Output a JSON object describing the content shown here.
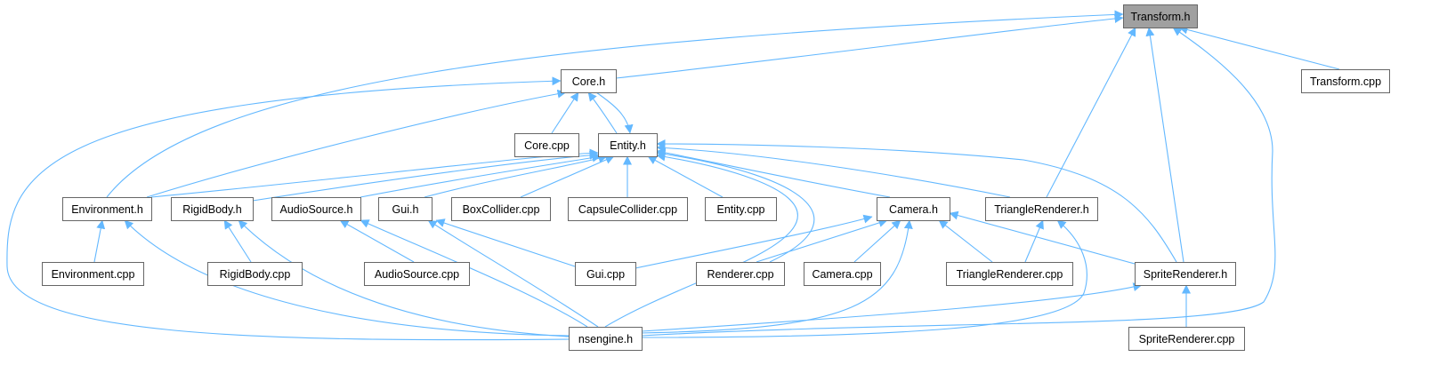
{
  "diagram": {
    "type": "include-dependency-graph",
    "colors": {
      "edge": "#63b8ff",
      "node_border": "#666666",
      "root_fill": "#a0a0a0",
      "node_fill": "#ffffff",
      "text": "#000000"
    },
    "nodes": [
      {
        "id": "transform_h",
        "label": "Transform.h",
        "root": true
      },
      {
        "id": "core_h",
        "label": "Core.h"
      },
      {
        "id": "transform_cpp",
        "label": "Transform.cpp"
      },
      {
        "id": "core_cpp",
        "label": "Core.cpp"
      },
      {
        "id": "entity_h",
        "label": "Entity.h"
      },
      {
        "id": "environment_h",
        "label": "Environment.h"
      },
      {
        "id": "rigidbody_h",
        "label": "RigidBody.h"
      },
      {
        "id": "audiosource_h",
        "label": "AudioSource.h"
      },
      {
        "id": "gui_h",
        "label": "Gui.h"
      },
      {
        "id": "boxcollider_cpp",
        "label": "BoxCollider.cpp"
      },
      {
        "id": "capsulecollider_cpp",
        "label": "CapsuleCollider.cpp"
      },
      {
        "id": "entity_cpp",
        "label": "Entity.cpp"
      },
      {
        "id": "camera_h",
        "label": "Camera.h"
      },
      {
        "id": "trianglerenderer_h",
        "label": "TriangleRenderer.h"
      },
      {
        "id": "environment_cpp",
        "label": "Environment.cpp"
      },
      {
        "id": "rigidbody_cpp",
        "label": "RigidBody.cpp"
      },
      {
        "id": "audiosource_cpp",
        "label": "AudioSource.cpp"
      },
      {
        "id": "gui_cpp",
        "label": "Gui.cpp"
      },
      {
        "id": "renderer_cpp",
        "label": "Renderer.cpp"
      },
      {
        "id": "camera_cpp",
        "label": "Camera.cpp"
      },
      {
        "id": "trianglerenderer_cpp",
        "label": "TriangleRenderer.cpp"
      },
      {
        "id": "spriterenderer_h",
        "label": "SpriteRenderer.h"
      },
      {
        "id": "nsengine_h",
        "label": "nsengine.h"
      },
      {
        "id": "spriterenderer_cpp",
        "label": "SpriteRenderer.cpp"
      }
    ],
    "edges": [
      {
        "from": "core_h",
        "to": "transform_h"
      },
      {
        "from": "environment_h",
        "to": "transform_h"
      },
      {
        "from": "transform_cpp",
        "to": "transform_h"
      },
      {
        "from": "trianglerenderer_h",
        "to": "transform_h"
      },
      {
        "from": "spriterenderer_h",
        "to": "transform_h"
      },
      {
        "from": "nsengine_h",
        "to": "transform_h"
      },
      {
        "from": "core_cpp",
        "to": "core_h"
      },
      {
        "from": "entity_h",
        "to": "core_h"
      },
      {
        "from": "core_h",
        "to": "entity_h"
      },
      {
        "from": "environment_h",
        "to": "core_h"
      },
      {
        "from": "nsengine_h",
        "to": "core_h"
      },
      {
        "from": "environment_h",
        "to": "entity_h"
      },
      {
        "from": "rigidbody_h",
        "to": "entity_h"
      },
      {
        "from": "audiosource_h",
        "to": "entity_h"
      },
      {
        "from": "gui_h",
        "to": "entity_h"
      },
      {
        "from": "boxcollider_cpp",
        "to": "entity_h"
      },
      {
        "from": "capsulecollider_cpp",
        "to": "entity_h"
      },
      {
        "from": "entity_cpp",
        "to": "entity_h"
      },
      {
        "from": "camera_h",
        "to": "entity_h"
      },
      {
        "from": "trianglerenderer_h",
        "to": "entity_h"
      },
      {
        "from": "spriterenderer_h",
        "to": "entity_h"
      },
      {
        "from": "renderer_cpp",
        "to": "entity_h"
      },
      {
        "from": "nsengine_h",
        "to": "entity_h"
      },
      {
        "from": "environment_cpp",
        "to": "environment_h"
      },
      {
        "from": "nsengine_h",
        "to": "environment_h"
      },
      {
        "from": "rigidbody_cpp",
        "to": "rigidbody_h"
      },
      {
        "from": "nsengine_h",
        "to": "rigidbody_h"
      },
      {
        "from": "audiosource_cpp",
        "to": "audiosource_h"
      },
      {
        "from": "nsengine_h",
        "to": "audiosource_h"
      },
      {
        "from": "gui_cpp",
        "to": "gui_h"
      },
      {
        "from": "nsengine_h",
        "to": "gui_h"
      },
      {
        "from": "gui_cpp",
        "to": "camera_h"
      },
      {
        "from": "renderer_cpp",
        "to": "camera_h"
      },
      {
        "from": "camera_cpp",
        "to": "camera_h"
      },
      {
        "from": "trianglerenderer_cpp",
        "to": "camera_h"
      },
      {
        "from": "spriterenderer_h",
        "to": "camera_h"
      },
      {
        "from": "nsengine_h",
        "to": "camera_h"
      },
      {
        "from": "trianglerenderer_cpp",
        "to": "trianglerenderer_h"
      },
      {
        "from": "nsengine_h",
        "to": "trianglerenderer_h"
      },
      {
        "from": "spriterenderer_cpp",
        "to": "spriterenderer_h"
      },
      {
        "from": "nsengine_h",
        "to": "spriterenderer_h"
      }
    ]
  }
}
